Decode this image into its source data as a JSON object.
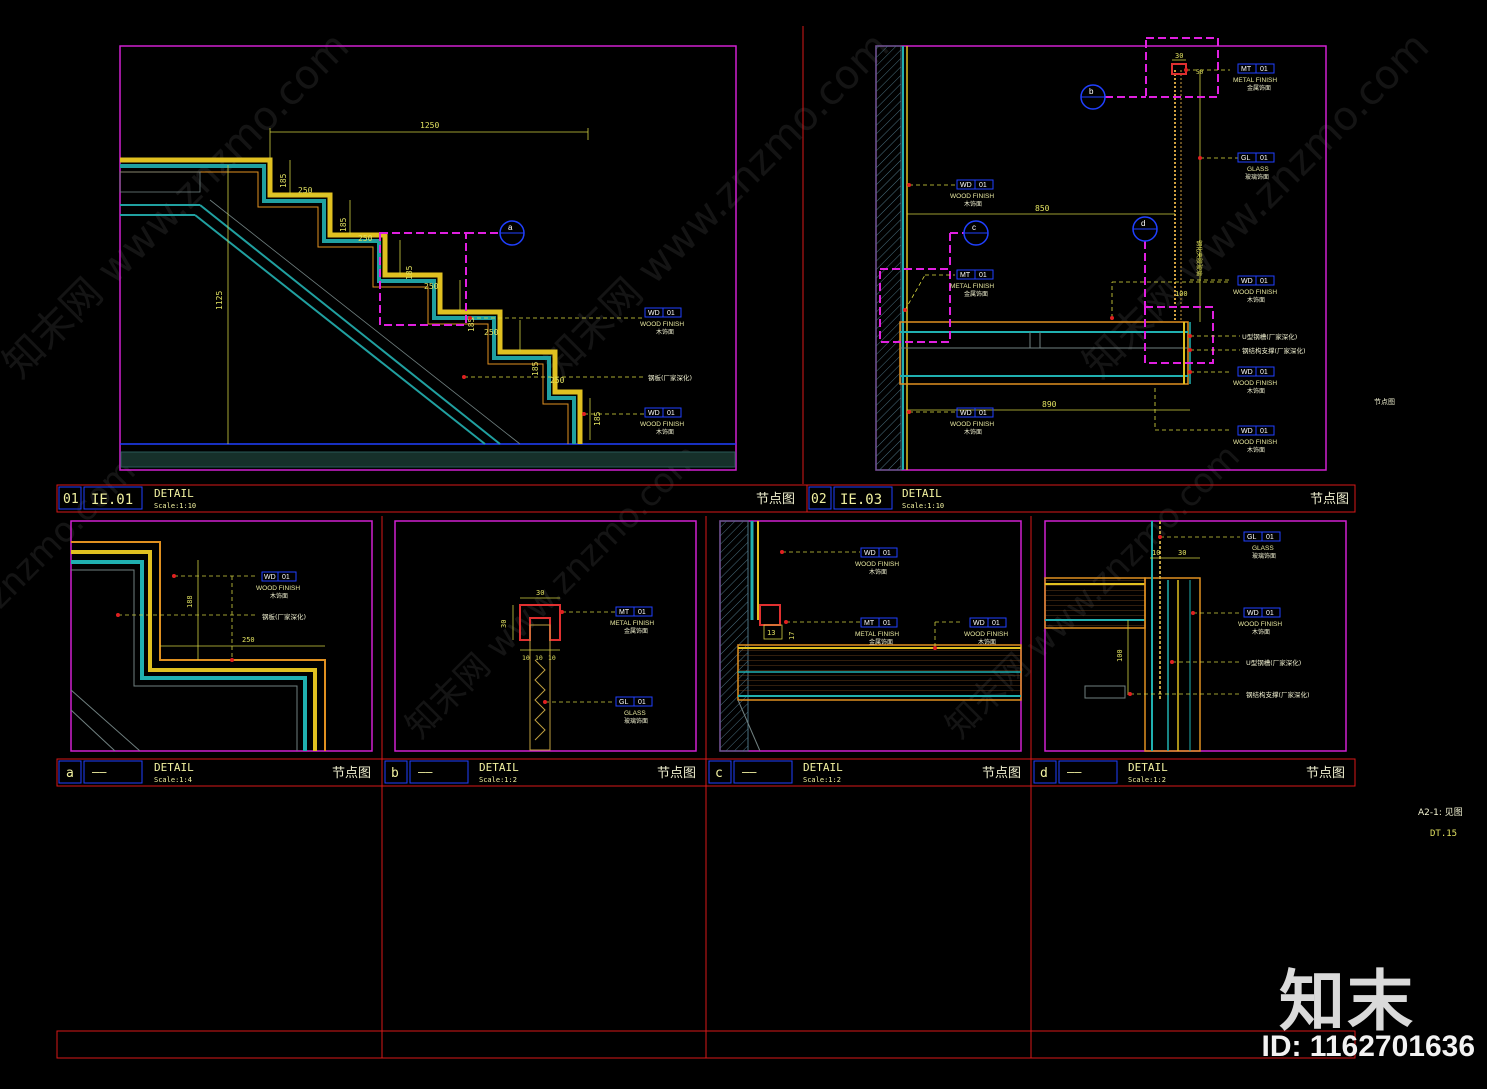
{
  "panels": {
    "p01": {
      "num": "01",
      "ref": "IE.01",
      "title": "DETAIL",
      "scale": "Scale:1:10",
      "cn": "节点图"
    },
    "p02": {
      "num": "02",
      "ref": "IE.03",
      "title": "DETAIL",
      "scale": "Scale:1:10",
      "cn": "节点图"
    },
    "pa": {
      "num": "a",
      "ref": "——",
      "title": "DETAIL",
      "scale": "Scale:1:4",
      "cn": "节点图"
    },
    "pb": {
      "num": "b",
      "ref": "——",
      "title": "DETAIL",
      "scale": "Scale:1:2",
      "cn": "节点图"
    },
    "pc": {
      "num": "c",
      "ref": "——",
      "title": "DETAIL",
      "scale": "Scale:1:2",
      "cn": "节点图"
    },
    "pd": {
      "num": "d",
      "ref": "——",
      "title": "DETAIL",
      "scale": "Scale:1:2",
      "cn": "节点图"
    }
  },
  "stair": {
    "dims": {
      "run": "1250",
      "tread": "250",
      "riser": "185",
      "height": "1125"
    },
    "bubble": "a",
    "wd1": "WD",
    "wd1n": "01",
    "wd1e": "WOOD FINISH",
    "wd1c": "木饰面",
    "steel": "钢板(厂家深化)",
    "wd2": "WD",
    "wd2n": "01",
    "wd2e": "WOOD FINISH",
    "wd2c": "木饰面"
  },
  "section": {
    "b": "b",
    "c": "c",
    "d": "d",
    "dim850": "850",
    "dim890": "890",
    "dim30": "30",
    "dim100": "100",
    "dim50": "50",
    "mt": "MT",
    "mtn": "01",
    "mte": "METAL FINISH",
    "mtc": "金属饰面",
    "gl": "GL",
    "gln": "01",
    "gle": "GLASS",
    "glc": "玻璃饰面",
    "wd": "WD",
    "wdn": "01",
    "wde": "WOOD FINISH",
    "wdc": "木饰面",
    "u": "U型钢槽(厂家深化)",
    "sp": "钢结构支撑(厂家深化)",
    "vglass": "钢化夹胶玻璃",
    "note": "节点图"
  },
  "detA": {
    "d188": "188",
    "d250": "250",
    "wd": "WD",
    "wdn": "01",
    "wde": "WOOD FINISH",
    "wdc": "木饰面",
    "steel": "钢板(厂家深化)"
  },
  "detB": {
    "d30": "30",
    "d10": "10",
    "mt": "MT",
    "mtn": "01",
    "mte": "METAL FINISH",
    "mtc": "金属饰面",
    "gl": "GL",
    "gln": "01",
    "gle": "GLASS",
    "glc": "玻璃饰面"
  },
  "detC": {
    "d13": "13",
    "d17": "17",
    "wd": "WD",
    "wdn": "01",
    "wde": "WOOD FINISH",
    "wdc": "木饰面",
    "mt": "MT",
    "mtn": "01",
    "mte": "METAL FINISH",
    "mtc": "金属饰面"
  },
  "detD": {
    "d10": "10",
    "d30": "30",
    "d100": "100",
    "gl": "GL",
    "gln": "01",
    "gle": "GLASS",
    "glc": "玻璃饰面",
    "wd": "WD",
    "wdn": "01",
    "wde": "WOOD FINISH",
    "wdc": "木饰面",
    "u": "U型钢槽(厂家深化)",
    "steel": "钢结构支撑(厂家深化)"
  },
  "notes": {
    "ref": "A2-1: 见图",
    "dt": "DT.15"
  },
  "watermark": {
    "a": "知末网 www.znzmo.com",
    "b": "znzmo.com"
  },
  "brand": "知末",
  "imgid": "ID: 1162701636",
  "colors": {
    "magenta": "#d020d0",
    "red": "#d81818",
    "yellow": "#e0e040",
    "cyan": "#20b0b0",
    "blue": "#2040ff",
    "orange": "#e09020"
  }
}
